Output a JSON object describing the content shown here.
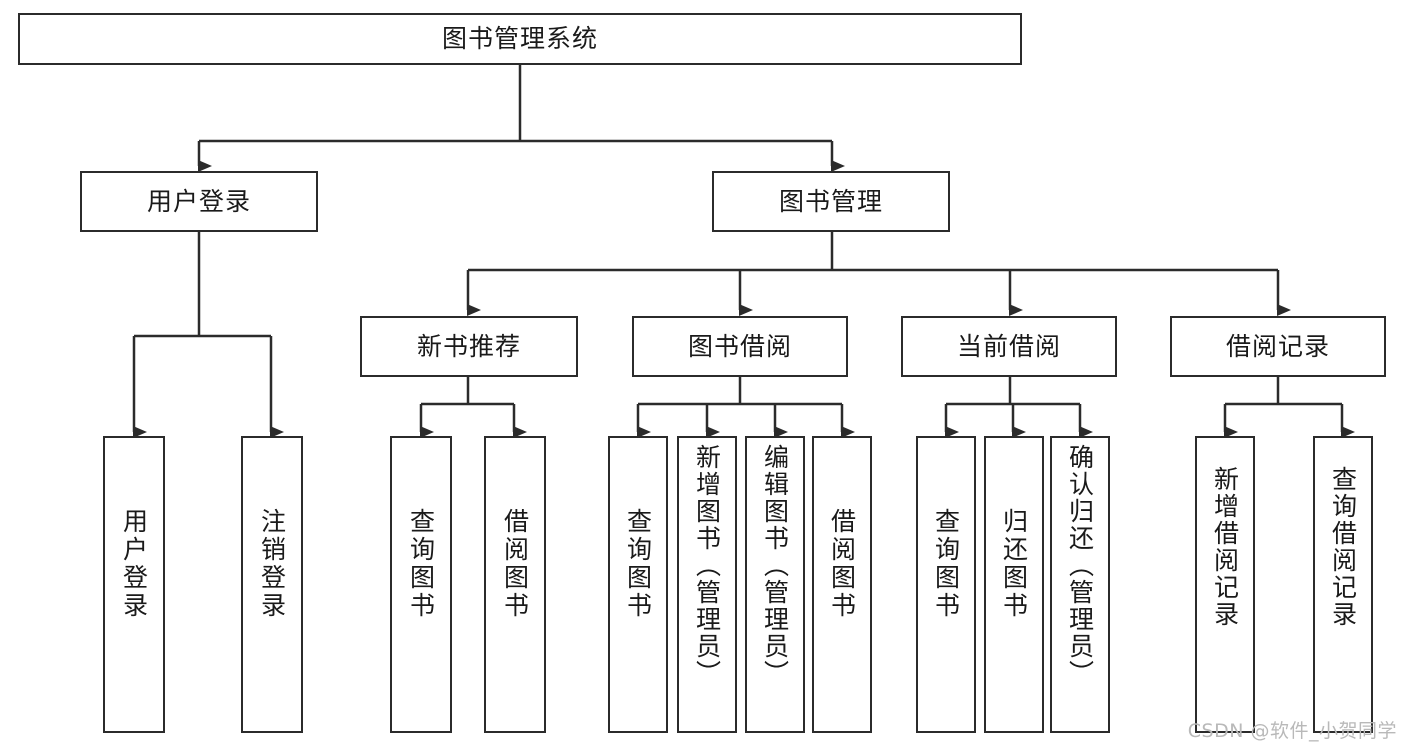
{
  "diagram": {
    "title": "图书管理系统",
    "type": "tree",
    "orientation": "top-down",
    "colors": {
      "box_border": "#2b2b2b",
      "box_fill": "#ffffff",
      "edge": "#2b2b2b",
      "text": "#1a1a1a",
      "watermark": "#b9b9b9",
      "background": "#ffffff"
    },
    "nodes": {
      "root": {
        "label": "图书管理系统",
        "level": 0
      },
      "user_login": {
        "label": "用户登录",
        "level": 1
      },
      "book_manage": {
        "label": "图书管理",
        "level": 1
      },
      "new_book_rec": {
        "label": "新书推荐",
        "level": 2
      },
      "book_borrow": {
        "label": "图书借阅",
        "level": 2
      },
      "current_borrow": {
        "label": "当前借阅",
        "level": 2
      },
      "borrow_record": {
        "label": "借阅记录",
        "level": 2
      },
      "leaf_user_login": {
        "label": "用户登录",
        "level": 3
      },
      "leaf_logout": {
        "label": "注销登录",
        "level": 3
      },
      "leaf_query_book_1": {
        "label": "查询图书",
        "level": 3
      },
      "leaf_borrow_book_1": {
        "label": "借阅图书",
        "level": 3
      },
      "leaf_query_book_2": {
        "label": "查询图书",
        "level": 3
      },
      "leaf_add_book": {
        "label": "新增图书（管理员）",
        "level": 3
      },
      "leaf_edit_book": {
        "label": "编辑图书（管理员）",
        "level": 3
      },
      "leaf_borrow_book_2": {
        "label": "借阅图书",
        "level": 3
      },
      "leaf_query_book_3": {
        "label": "查询图书",
        "level": 3
      },
      "leaf_return_book": {
        "label": "归还图书",
        "level": 3
      },
      "leaf_confirm_return": {
        "label": "确认归还（管理员）",
        "level": 3
      },
      "leaf_add_record": {
        "label": "新增借阅记录",
        "level": 3
      },
      "leaf_query_record": {
        "label": "查询借阅记录",
        "level": 3
      }
    },
    "edges": [
      {
        "from": "root",
        "to": "user_login"
      },
      {
        "from": "root",
        "to": "book_manage"
      },
      {
        "from": "book_manage",
        "to": "new_book_rec"
      },
      {
        "from": "book_manage",
        "to": "book_borrow"
      },
      {
        "from": "book_manage",
        "to": "current_borrow"
      },
      {
        "from": "book_manage",
        "to": "borrow_record"
      },
      {
        "from": "user_login",
        "to": "leaf_user_login"
      },
      {
        "from": "user_login",
        "to": "leaf_logout"
      },
      {
        "from": "new_book_rec",
        "to": "leaf_query_book_1"
      },
      {
        "from": "new_book_rec",
        "to": "leaf_borrow_book_1"
      },
      {
        "from": "book_borrow",
        "to": "leaf_query_book_2"
      },
      {
        "from": "book_borrow",
        "to": "leaf_add_book"
      },
      {
        "from": "book_borrow",
        "to": "leaf_edit_book"
      },
      {
        "from": "book_borrow",
        "to": "leaf_borrow_book_2"
      },
      {
        "from": "current_borrow",
        "to": "leaf_query_book_3"
      },
      {
        "from": "current_borrow",
        "to": "leaf_return_book"
      },
      {
        "from": "current_borrow",
        "to": "leaf_confirm_return"
      },
      {
        "from": "borrow_record",
        "to": "leaf_add_record"
      },
      {
        "from": "borrow_record",
        "to": "leaf_query_record"
      }
    ]
  },
  "watermark": {
    "text": "CSDN @软件_小贺同学"
  }
}
